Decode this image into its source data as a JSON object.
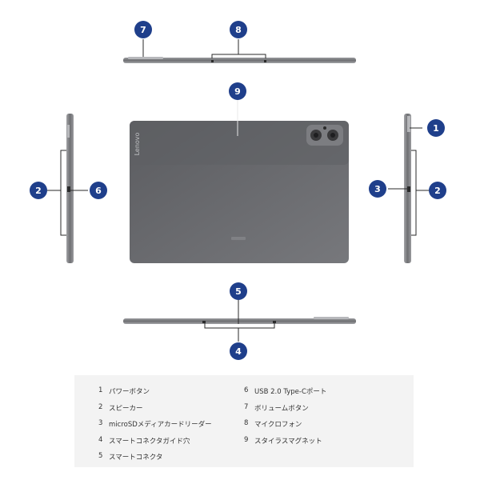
{
  "brand_mark": "Lenovo",
  "accent_color": "#1f3f8b",
  "device_color": "#6a6b6f",
  "callouts": [
    "1",
    "2",
    "3",
    "4",
    "5",
    "6",
    "7",
    "8",
    "9"
  ],
  "legend": {
    "left": [
      {
        "num": "1",
        "text": "パワーボタン"
      },
      {
        "num": "2",
        "text": "スピーカー"
      },
      {
        "num": "3",
        "text": "microSDメディアカードリーダー"
      },
      {
        "num": "4",
        "text": "スマートコネクタガイド穴"
      },
      {
        "num": "5",
        "text": "スマートコネクタ"
      }
    ],
    "right": [
      {
        "num": "6",
        "text": "USB 2.0 Type-Cポート"
      },
      {
        "num": "7",
        "text": "ボリュームボタン"
      },
      {
        "num": "8",
        "text": "マイクロフォン"
      },
      {
        "num": "9",
        "text": "スタイラスマグネット"
      }
    ]
  }
}
